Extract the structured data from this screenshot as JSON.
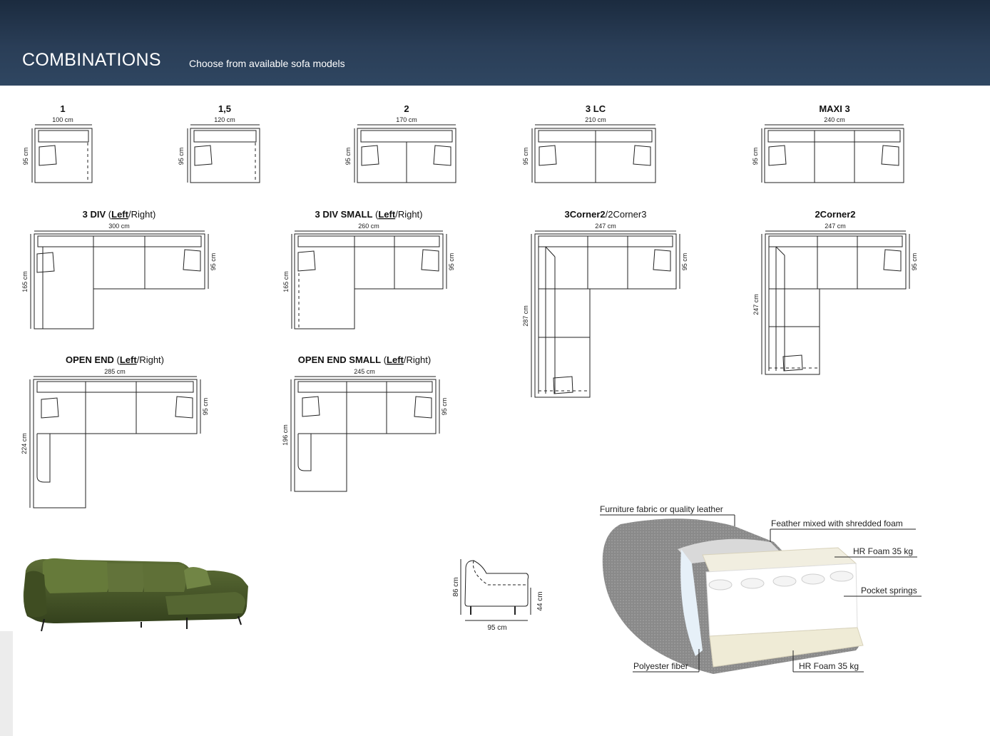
{
  "header": {
    "title": "COMBINATIONS",
    "subtitle": "Choose from available sofa models"
  },
  "models": [
    {
      "name": "1",
      "width": "100 cm",
      "depth": "95 cm"
    },
    {
      "name": "1,5",
      "width": "120 cm",
      "depth": "95 cm"
    },
    {
      "name": "2",
      "width": "170 cm",
      "depth": "95 cm"
    },
    {
      "name": "3 LC",
      "width": "210 cm",
      "depth": "95 cm"
    },
    {
      "name": "MAXI 3",
      "width": "240 cm",
      "depth": "95 cm"
    },
    {
      "name": "3 DIV",
      "variant_left": "Left",
      "variant_right": "Right",
      "width": "300 cm",
      "depth": "95 cm",
      "length": "165 cm"
    },
    {
      "name": "3 DIV SMALL",
      "variant_left": "Left",
      "variant_right": "Right",
      "width": "260 cm",
      "depth": "95 cm",
      "length": "165 cm"
    },
    {
      "name": "3Corner2",
      "variant": "2Corner3",
      "width": "247 cm",
      "depth": "95 cm",
      "length": "287 cm"
    },
    {
      "name": "2Corner2",
      "width": "247 cm",
      "depth": "95 cm",
      "length": "247 cm"
    },
    {
      "name": "OPEN END",
      "variant_left": "Left",
      "variant_right": "Right",
      "width": "285 cm",
      "depth": "95 cm",
      "length": "224 cm"
    },
    {
      "name": "OPEN END SMALL",
      "variant_left": "Left",
      "variant_right": "Right",
      "width": "245 cm",
      "depth": "95 cm",
      "length": "196 cm"
    }
  ],
  "side_profile": {
    "height": "86 cm",
    "seat_height": "44 cm",
    "depth": "95 cm"
  },
  "cushion_layers": {
    "fabric": "Furniture fabric or quality leather",
    "feather": "Feather mixed with shredded foam",
    "hr_top": "HR Foam 35 kg",
    "springs": "Pocket springs",
    "fiber": "Polyester fiber",
    "hr_bottom": "HR Foam 35 kg"
  },
  "colors": {
    "header_bg": "#24364d",
    "line": "#222222",
    "sofa_photo": "#4a5a2c"
  }
}
